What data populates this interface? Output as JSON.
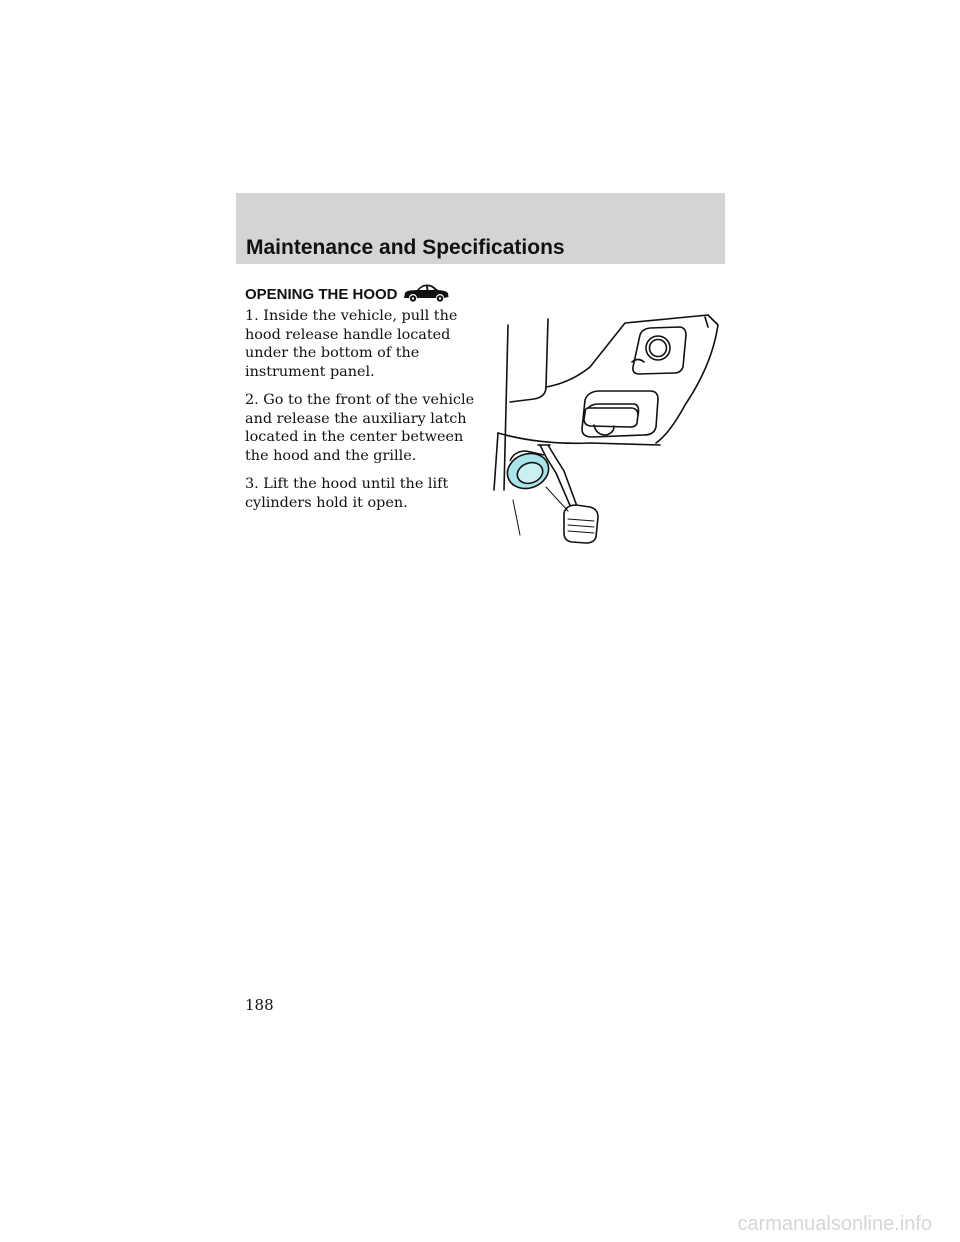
{
  "header": {
    "title": "Maintenance and Specifications"
  },
  "section": {
    "heading": "OPENING THE HOOD",
    "heading_icon": "car-icon",
    "steps": [
      "1. Inside the vehicle, pull the hood release handle located under the bottom of the instrument panel.",
      "2. Go to the front of the vehicle and release the auxiliary latch located in the center between the hood and the grille.",
      "3. Lift the hood until the lift cylinders hold it open."
    ]
  },
  "illustration": {
    "subject": "hood-release-handle-illustration",
    "highlight_color": "#a8e4ea"
  },
  "footer": {
    "page_number": "188",
    "watermark": "carmanualsonline.info"
  }
}
